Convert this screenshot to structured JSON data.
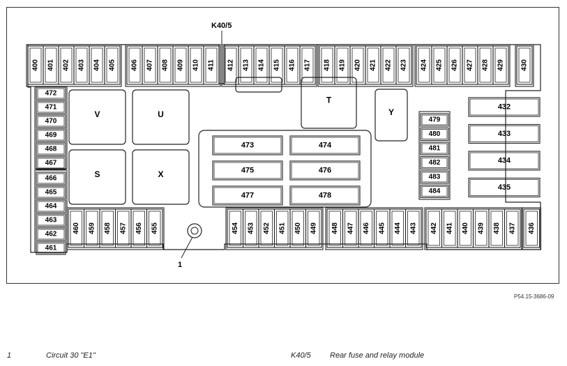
{
  "diagram": {
    "module_label": "K40/5",
    "callout_label": "1",
    "top_fuses": [
      "400",
      "401",
      "402",
      "403",
      "404",
      "405",
      "406",
      "407",
      "408",
      "409",
      "410",
      "411",
      "412",
      "413",
      "414",
      "415",
      "416",
      "417",
      "418",
      "419",
      "420",
      "421",
      "422",
      "423",
      "424",
      "425",
      "426",
      "427",
      "428",
      "429",
      "430"
    ],
    "bottom_fuses": [
      "460",
      "459",
      "458",
      "457",
      "456",
      "455",
      "454",
      "453",
      "452",
      "451",
      "450",
      "449",
      "448",
      "447",
      "446",
      "445",
      "444",
      "443",
      "442",
      "441",
      "440",
      "439",
      "438",
      "437",
      "436"
    ],
    "left_fuses": [
      "472",
      "471",
      "470",
      "469",
      "468",
      "467",
      "466",
      "465",
      "464",
      "463",
      "462",
      "461"
    ],
    "right_middle_fuses": [
      "479",
      "480",
      "481",
      "482",
      "483",
      "484"
    ],
    "center_fuses": [
      "473",
      "474",
      "475",
      "476",
      "477",
      "478"
    ],
    "right_large_fuses": [
      "432",
      "433",
      "434",
      "435"
    ],
    "relays": [
      "V",
      "U",
      "S",
      "X",
      "T",
      "Y"
    ]
  },
  "reference_code": "P54.15-3686-09",
  "legend": [
    {
      "key": "1",
      "text": "Circuit 30 \"E1\""
    },
    {
      "key": "K40/5",
      "text": "Rear fuse and relay module"
    }
  ]
}
